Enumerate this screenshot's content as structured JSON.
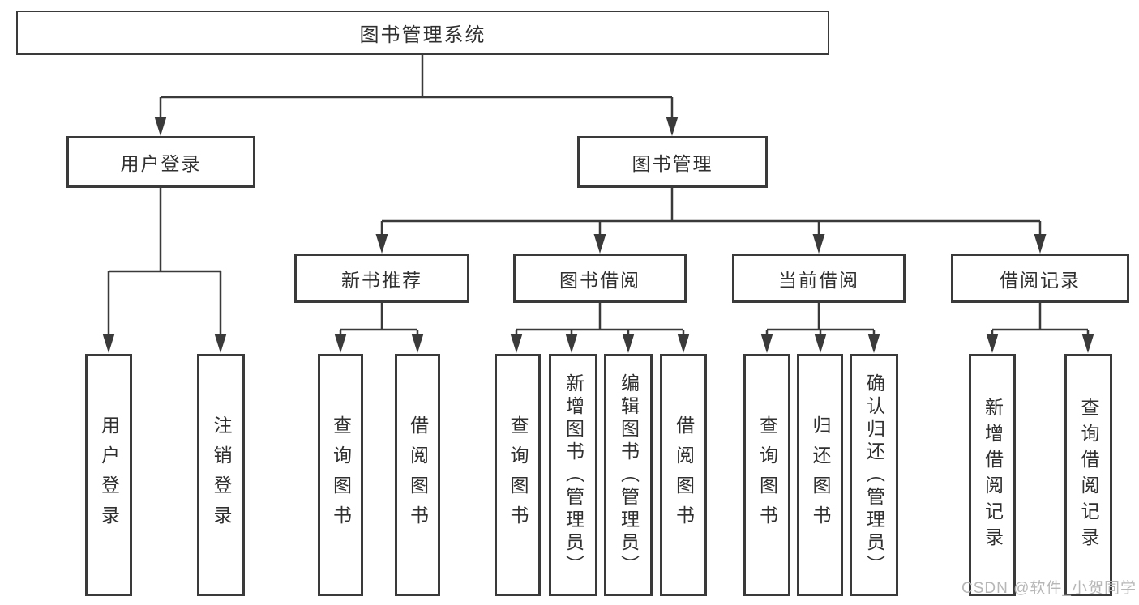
{
  "diagram": {
    "type": "hierarchy-tree",
    "tree": {
      "root": "图书管理系统",
      "branches": [
        {
          "label": "用户登录",
          "leaves": [
            "用户登录",
            "注销登录"
          ]
        },
        {
          "label": "图书管理",
          "groups": [
            {
              "label": "新书推荐",
              "leaves": [
                "查询图书",
                "借阅图书"
              ]
            },
            {
              "label": "图书借阅",
              "leaves": [
                "查询图书",
                "新增图书（管理员）",
                "编辑图书（管理员）",
                "借阅图书"
              ]
            },
            {
              "label": "当前借阅",
              "leaves": [
                "查询图书",
                "归还图书",
                "确认归还（管理员）"
              ]
            },
            {
              "label": "借阅记录",
              "leaves": [
                "新增借阅记录",
                "查询借阅记录"
              ]
            }
          ]
        }
      ]
    },
    "colors": {
      "line": "#3a3a3a",
      "box_border": "#3a3a3a",
      "text": "#303030",
      "background": "#ffffff",
      "watermark_text_color": "#b4b4b4"
    }
  },
  "watermark": "CSDN @软件_小贺同学"
}
